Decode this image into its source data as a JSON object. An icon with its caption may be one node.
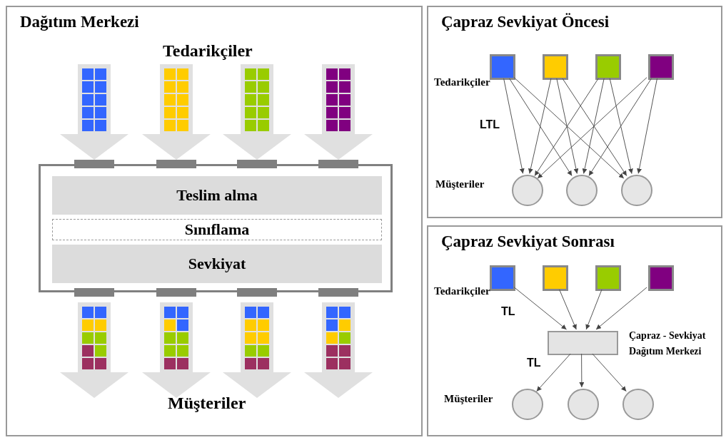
{
  "diagram": {
    "nodes": [
      {
        "text": [
          "Dağıtım Merkezi"
        ]
      },
      {
        "text": [],
        "shape": "box",
        "in": 0
      },
      {
        "text": [
          "Teslim alma"
        ],
        "in": 1
      },
      {
        "text": [
          "Sınıflama"
        ],
        "in": 1
      },
      {
        "text": [
          "Sevkiyat"
        ],
        "in": 1
      },
      {
        "text": [
          "Çapraz Sevkiyat Öncesi"
        ]
      },
      {
        "text": [],
        "shape": "box",
        "in": 5
      },
      {
        "text": [],
        "shape": "box",
        "in": 5
      },
      {
        "text": [],
        "shape": "box",
        "in": 5
      },
      {
        "text": [],
        "shape": "box",
        "in": 5
      },
      {
        "text": [],
        "shape": "circle",
        "in": 5
      },
      {
        "text": [],
        "shape": "circle",
        "in": 5
      },
      {
        "text": [],
        "shape": "circle",
        "in": 5
      },
      {
        "text": [
          "Çapraz Sevkiyat Sonrası"
        ]
      },
      {
        "text": [],
        "shape": "box",
        "in": 13
      },
      {
        "text": [],
        "shape": "box",
        "in": 13
      },
      {
        "text": [],
        "shape": "box",
        "in": 13
      },
      {
        "text": [],
        "shape": "box",
        "in": 13
      },
      {
        "text": [
          "Çapraz - Sevkiyat Dağıtım Merkezi"
        ],
        "in": 13
      },
      {
        "text": [],
        "shape": "circle",
        "in": 13
      },
      {
        "text": [],
        "shape": "circle",
        "in": 13
      },
      {
        "text": [],
        "shape": "circle",
        "in": 13
      }
    ],
    "edges": [
      {
        "from": 6,
        "to": 10,
        "arrow": "to"
      },
      {
        "from": 6,
        "to": 11,
        "arrow": "to"
      },
      {
        "from": 6,
        "to": 12,
        "arrow": "to"
      },
      {
        "from": 7,
        "to": 10,
        "arrow": "to"
      },
      {
        "from": 7,
        "to": 11,
        "arrow": "to"
      },
      {
        "from": 7,
        "to": 12,
        "arrow": "to"
      },
      {
        "from": 8,
        "to": 10,
        "arrow": "to"
      },
      {
        "from": 8,
        "to": 11,
        "arrow": "to"
      },
      {
        "from": 8,
        "to": 12,
        "arrow": "to"
      },
      {
        "from": 9,
        "to": 10,
        "arrow": "to"
      },
      {
        "from": 9,
        "to": 11,
        "arrow": "to"
      },
      {
        "from": 9,
        "to": 12,
        "arrow": "to"
      },
      {
        "from": 14,
        "to": 18,
        "arrow": "to"
      },
      {
        "from": 15,
        "to": 18,
        "arrow": "to"
      },
      {
        "from": 16,
        "to": 18,
        "arrow": "to"
      },
      {
        "from": 17,
        "to": 18,
        "arrow": "to"
      },
      {
        "from": 18,
        "to": 19,
        "arrow": "to"
      },
      {
        "from": 18,
        "to": 20,
        "arrow": "to"
      },
      {
        "from": 18,
        "to": 21,
        "arrow": "to"
      }
    ],
    "labels": [
      "Tedarikçiler",
      "Müşteriler",
      "Tedarikçiler",
      "LTL",
      "Müşteriler",
      "Tedarikçiler",
      "TL",
      "TL",
      "Müşteriler"
    ]
  }
}
